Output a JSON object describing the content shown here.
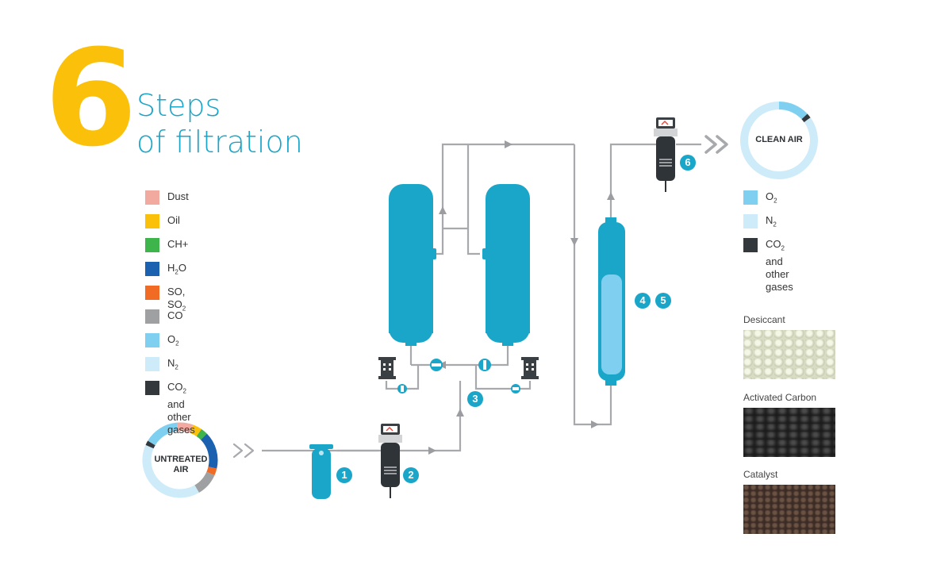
{
  "title": {
    "number": "6",
    "line1": "Steps",
    "line2": "of filtration"
  },
  "colors": {
    "brand_blue": "#1aa6c9",
    "accent_yellow": "#fbc10a",
    "pipe_grey": "#a7a9ac"
  },
  "legend_left": [
    {
      "label": "Dust",
      "sub": "",
      "color": "#f2a99f"
    },
    {
      "label": "Oil",
      "sub": "",
      "color": "#fbc10a"
    },
    {
      "label": "CH+",
      "sub": "",
      "color": "#3db54a"
    },
    {
      "label": "H",
      "sub": "2",
      "tail": "O",
      "color": "#1a62b0"
    },
    {
      "label": "SO, SO",
      "sub": "2",
      "color": "#f26b24"
    },
    {
      "label": "CO",
      "sub": "",
      "color": "#9fa0a2"
    },
    {
      "label": "O",
      "sub": "2",
      "color": "#7fd0f0"
    },
    {
      "label": "N",
      "sub": "2",
      "color": "#cdebf8"
    },
    {
      "label": "CO",
      "sub": "2",
      "tail": " and",
      "line2": "other gases",
      "color": "#33383d"
    }
  ],
  "legend_right": [
    {
      "label": "O",
      "sub": "2",
      "color": "#7fd0f0"
    },
    {
      "label": "N",
      "sub": "2",
      "color": "#cdebf8"
    },
    {
      "label": "CO",
      "sub": "2",
      "tail": " and",
      "line2": "other gases",
      "color": "#33383d"
    }
  ],
  "untreated_air": {
    "line1": "UNTREATED",
    "line2": "AIR",
    "ring": [
      {
        "color": "#f2a99f",
        "share": 0.07
      },
      {
        "color": "#fbc10a",
        "share": 0.04
      },
      {
        "color": "#3db54a",
        "share": 0.03
      },
      {
        "color": "#1a62b0",
        "share": 0.16
      },
      {
        "color": "#f26b24",
        "share": 0.03
      },
      {
        "color": "#9fa0a2",
        "share": 0.1
      },
      {
        "color": "#cdebf8",
        "share": 0.4
      },
      {
        "color": "#33383d",
        "share": 0.02
      },
      {
        "color": "#7fd0f0",
        "share": 0.15
      }
    ]
  },
  "clean_air": {
    "label": "CLEAN AIR",
    "ring": [
      {
        "color": "#7fd0f0",
        "share": 0.13
      },
      {
        "color": "#33383d",
        "share": 0.02
      },
      {
        "color": "#cdebf8",
        "share": 0.85
      }
    ]
  },
  "steps": [
    "1",
    "2",
    "3",
    "4",
    "5",
    "6"
  ],
  "samples": [
    {
      "caption": "Desiccant",
      "kind": "desiccant"
    },
    {
      "caption": "Activated Carbon",
      "kind": "carbon"
    },
    {
      "caption": "Catalyst",
      "kind": "catalyst"
    }
  ]
}
